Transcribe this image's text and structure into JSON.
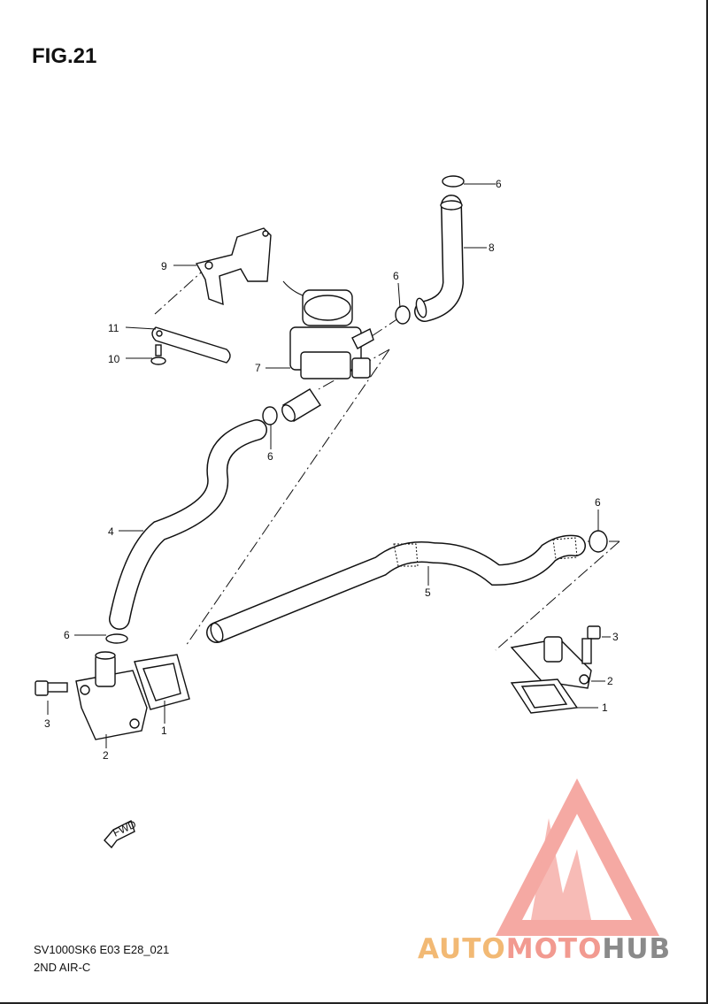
{
  "figure": {
    "title": "FIG.21"
  },
  "footer": {
    "code": "SV1000SK6 E03 E28_021",
    "name": "2ND AIR-C"
  },
  "parts": [
    {
      "ref": "1"
    },
    {
      "ref": "1"
    },
    {
      "ref": "2"
    },
    {
      "ref": "2"
    },
    {
      "ref": "3"
    },
    {
      "ref": "3"
    },
    {
      "ref": "4"
    },
    {
      "ref": "5"
    },
    {
      "ref": "6"
    },
    {
      "ref": "6"
    },
    {
      "ref": "6"
    },
    {
      "ref": "6"
    },
    {
      "ref": "6"
    },
    {
      "ref": "7"
    },
    {
      "ref": "8"
    },
    {
      "ref": "9"
    },
    {
      "ref": "10"
    },
    {
      "ref": "11"
    }
  ],
  "fwd_marker": {
    "text": "FWD"
  },
  "watermark": {
    "part1": "AUTO",
    "part2": "MOTO",
    "part3": "HUB",
    "colors": {
      "auto": "#f2b974",
      "moto": "#f29a90",
      "hub": "#8a8a8a",
      "logo": "#f4a09a"
    }
  }
}
